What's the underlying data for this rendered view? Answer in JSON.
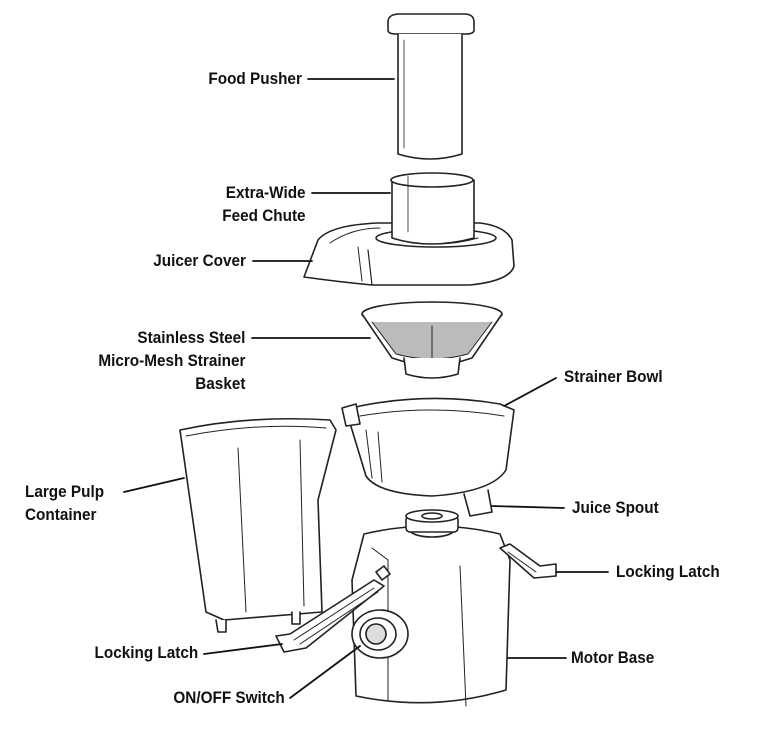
{
  "labels": {
    "food_pusher": "Food Pusher",
    "feed_chute": [
      "Extra-Wide",
      "Feed Chute"
    ],
    "juicer_cover": "Juicer Cover",
    "strainer_basket": [
      "Stainless Steel",
      "Micro-Mesh Strainer",
      "Basket"
    ],
    "strainer_bowl": "Strainer Bowl",
    "pulp_container": [
      "Large Pulp",
      "Container"
    ],
    "juice_spout": "Juice Spout",
    "locking_latch_right": "Locking Latch",
    "locking_latch_left": "Locking Latch",
    "motor_base": "Motor Base",
    "on_off_switch": "ON/OFF Switch"
  }
}
